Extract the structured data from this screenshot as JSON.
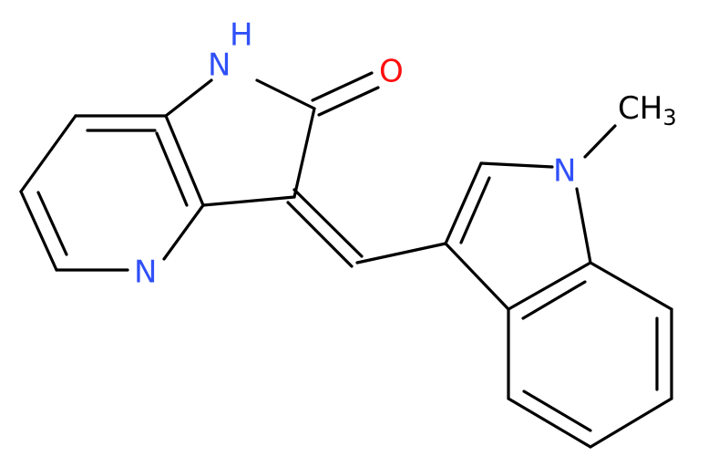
{
  "colors": {
    "background": "#ffffff",
    "bond": "#000000",
    "nitrogen": "#3050f8",
    "oxygen": "#ff0d0d",
    "carbon": "#000000"
  },
  "atoms": {
    "nh": {
      "text": "H",
      "element": "N"
    },
    "nh_n": {
      "text": "N"
    },
    "o": {
      "text": "O"
    },
    "n_pyridine": {
      "text": "N"
    },
    "n_indole": {
      "text": "N"
    },
    "ch3": {
      "text": "CH",
      "sub": "3"
    }
  }
}
